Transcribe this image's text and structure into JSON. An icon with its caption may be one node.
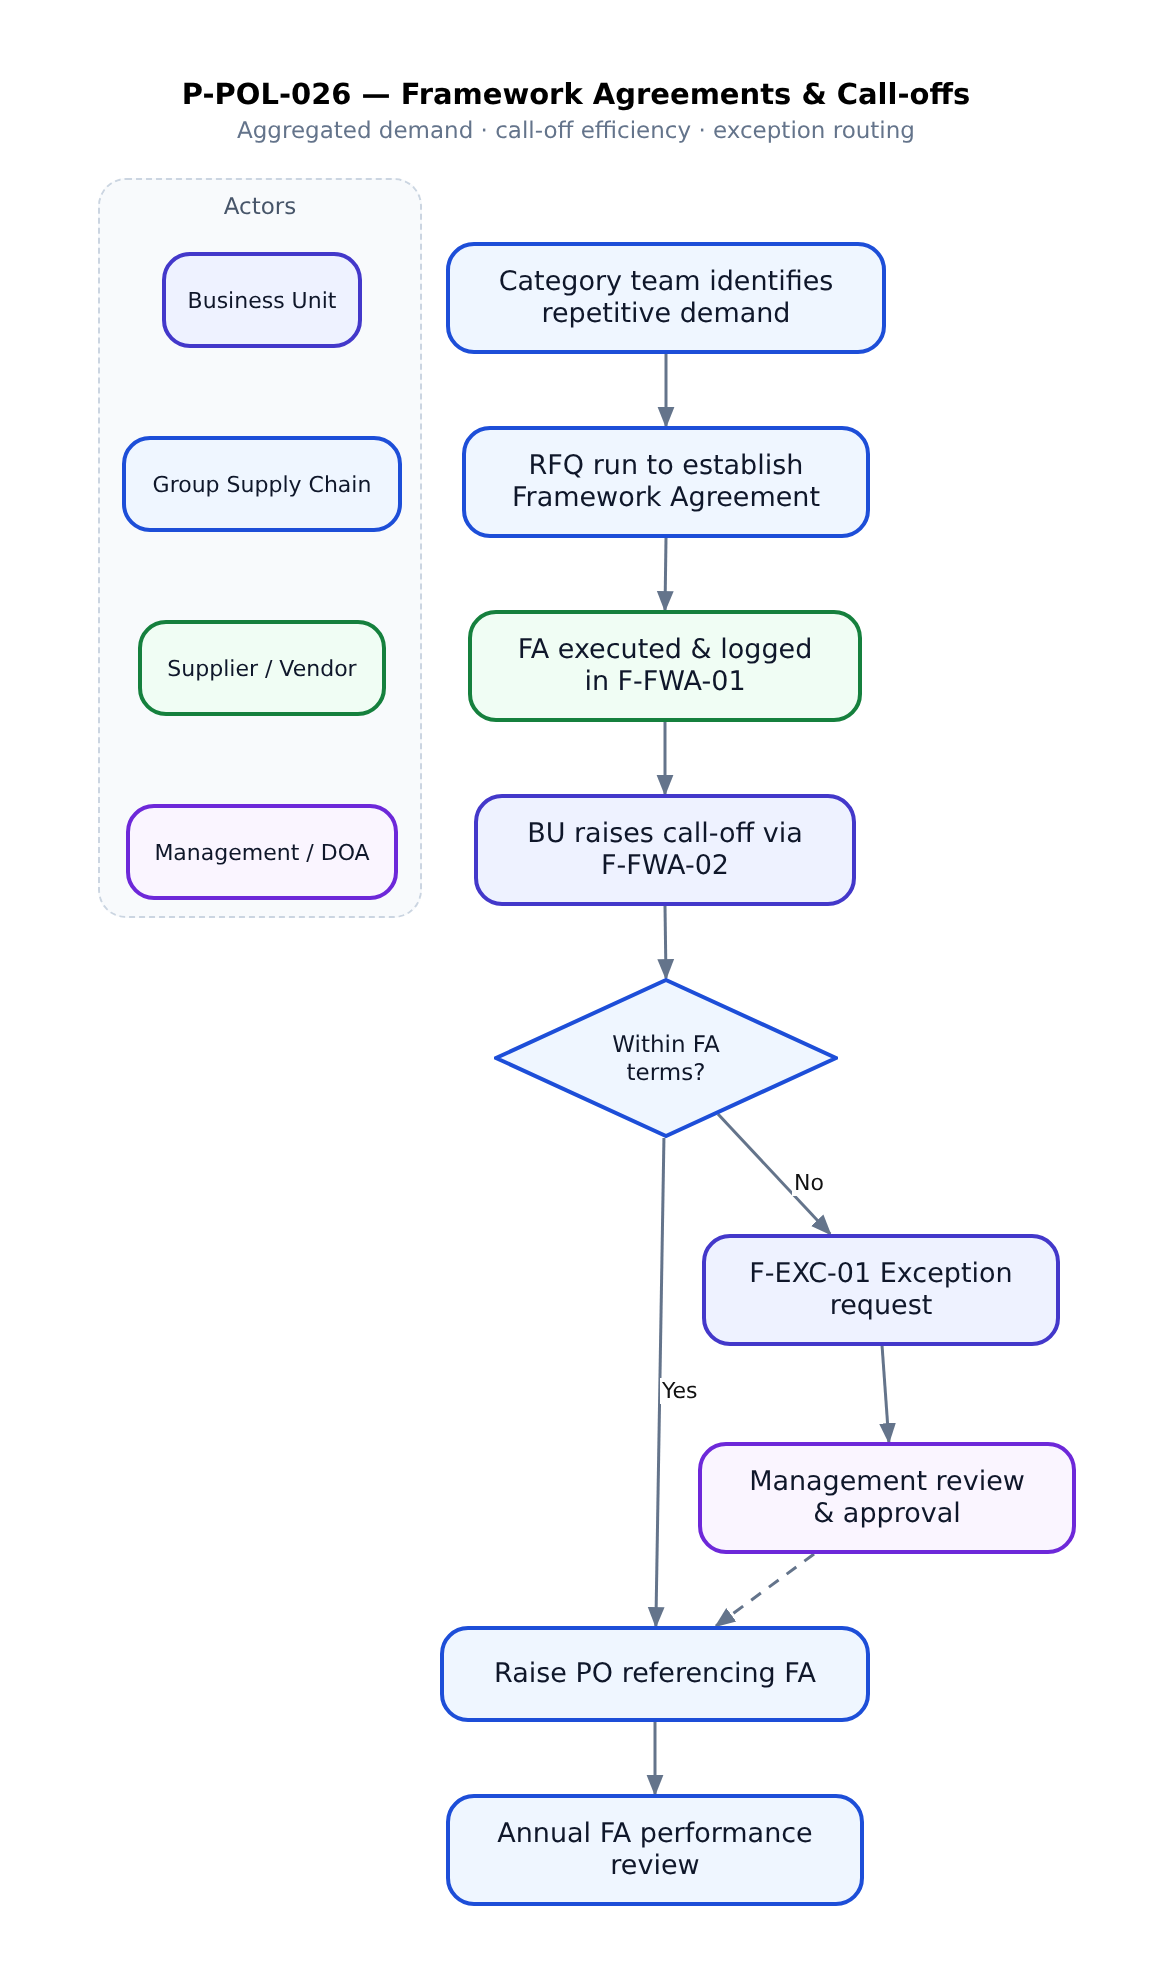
{
  "diagram": {
    "title": "P-POL-026 — Framework Agreements & Call-offs",
    "caption": "Aggregated demand · call-off efficiency · exception routing",
    "nodes": [
      {
        "text": [
          "Actors"
        ]
      },
      {
        "text": [
          "Business Unit"
        ],
        "in": 0
      },
      {
        "text": [
          "Group Supply Chain"
        ],
        "in": 0
      },
      {
        "text": [
          "Supplier / Vendor"
        ],
        "in": 0
      },
      {
        "text": [
          "Management / DOA"
        ],
        "in": 0
      },
      {
        "text": [
          "Category team identifies repetitive demand"
        ]
      },
      {
        "text": [
          "RFQ run to establish Framework Agreement"
        ]
      },
      {
        "text": [
          "FA executed & logged in F-FWA-01"
        ]
      },
      {
        "text": [
          "BU raises call-off via F-FWA-02"
        ]
      },
      {
        "text": [
          "Within FA terms?"
        ]
      },
      {
        "text": [
          "F-EXC-01 Exception request"
        ]
      },
      {
        "text": [
          "Management review & approval"
        ]
      },
      {
        "text": [
          "Raise PO referencing FA"
        ]
      },
      {
        "text": [
          "Annual FA performance review"
        ]
      }
    ],
    "edges": [
      {
        "from": 5,
        "to": 6,
        "arrow": "to"
      },
      {
        "from": 6,
        "to": 7,
        "arrow": "to"
      },
      {
        "from": 7,
        "to": 8,
        "arrow": "to"
      },
      {
        "from": 8,
        "to": 9,
        "arrow": "to"
      },
      {
        "from": 9,
        "to": 10,
        "arrow": "to",
        "label": "No"
      },
      {
        "from": 9,
        "to": 12,
        "arrow": "to",
        "label": "Yes"
      },
      {
        "from": 10,
        "to": 11,
        "arrow": "to"
      },
      {
        "from": 11,
        "to": 12,
        "arrow": "to",
        "style": "dashed"
      },
      {
        "from": 12,
        "to": 13,
        "arrow": "to"
      }
    ]
  }
}
